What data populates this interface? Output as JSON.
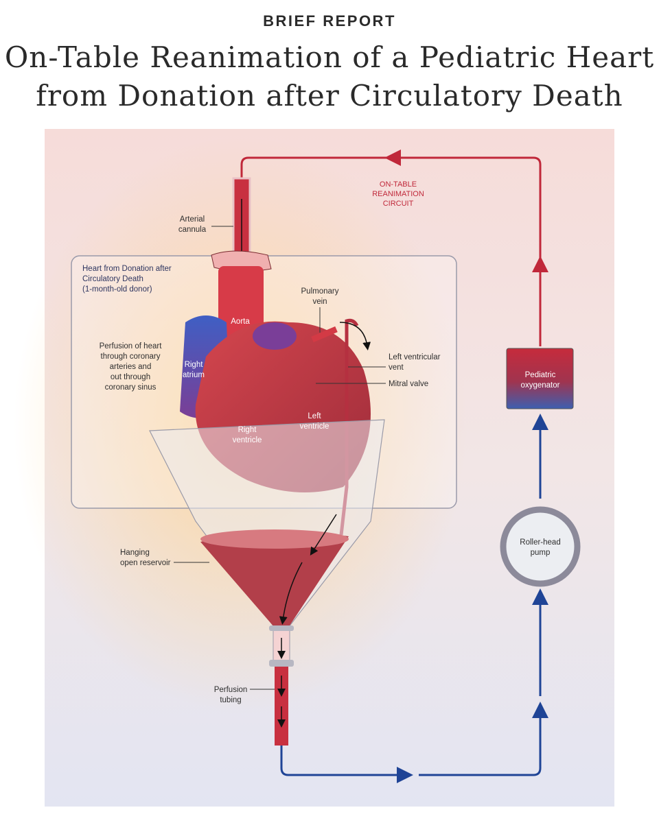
{
  "header": {
    "kicker": "BRIEF REPORT",
    "title_line1": "On-Table Reanimation of a Pediatric Heart",
    "title_line2": "from Donation after Circulatory Death"
  },
  "diagram": {
    "circuit_label": [
      "ON-TABLE",
      "REANIMATION",
      "CIRCUIT"
    ],
    "arterial_cannula": [
      "Arterial",
      "cannula"
    ],
    "box_title": [
      "Heart from Donation after",
      "Circulatory Death"
    ],
    "box_subtitle": "(1-month-old donor)",
    "perfusion_note": [
      "Perfusion of heart",
      "through coronary",
      "arteries and",
      "out through",
      "coronary sinus"
    ],
    "aorta": "Aorta",
    "pulmonary_vein": [
      "Pulmonary",
      "vein"
    ],
    "right_atrium": [
      "Right",
      "atrium"
    ],
    "right_ventricle": [
      "Right",
      "ventricle"
    ],
    "left_ventricle": [
      "Left",
      "ventricle"
    ],
    "lv_vent": [
      "Left ventricular",
      "vent"
    ],
    "mitral_valve": "Mitral valve",
    "oxygenator": [
      "Pediatric",
      "oxygenator"
    ],
    "pump": [
      "Roller-head",
      "pump"
    ],
    "reservoir": [
      "Hanging",
      "open reservoir"
    ],
    "tubing": [
      "Perfusion",
      "tubing"
    ],
    "colors": {
      "arterial": "#c0283a",
      "venous": "#1f4496",
      "blood": "#b7404a"
    }
  }
}
